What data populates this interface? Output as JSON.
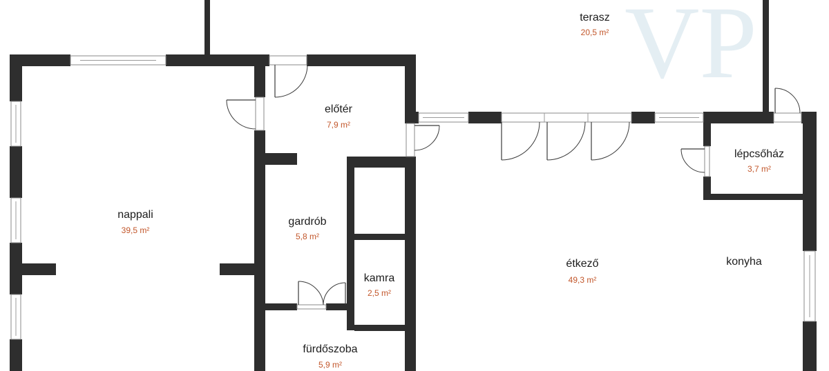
{
  "plan": {
    "watermark": "VP",
    "wall_color": "#2e2e2e",
    "label_color": "#1c1c1c",
    "area_color": "#c2562a",
    "rooms": [
      {
        "id": "terasz",
        "name": "terasz",
        "area": "20,5 m²"
      },
      {
        "id": "eloter",
        "name": "előtér",
        "area": "7,9 m²"
      },
      {
        "id": "lepcsohaz",
        "name": "lépcsőház",
        "area": "3,7 m²"
      },
      {
        "id": "nappali",
        "name": "nappali",
        "area": "39,5 m²"
      },
      {
        "id": "gardrob",
        "name": "gardrób",
        "area": "5,8 m²"
      },
      {
        "id": "kamra",
        "name": "kamra",
        "area": "2,5 m²"
      },
      {
        "id": "etkezo",
        "name": "étkező",
        "area": "49,3 m²"
      },
      {
        "id": "konyha",
        "name": "konyha",
        "area": ""
      },
      {
        "id": "furdoszoba",
        "name": "fürdőszoba",
        "area": "5,9 m²"
      }
    ]
  }
}
